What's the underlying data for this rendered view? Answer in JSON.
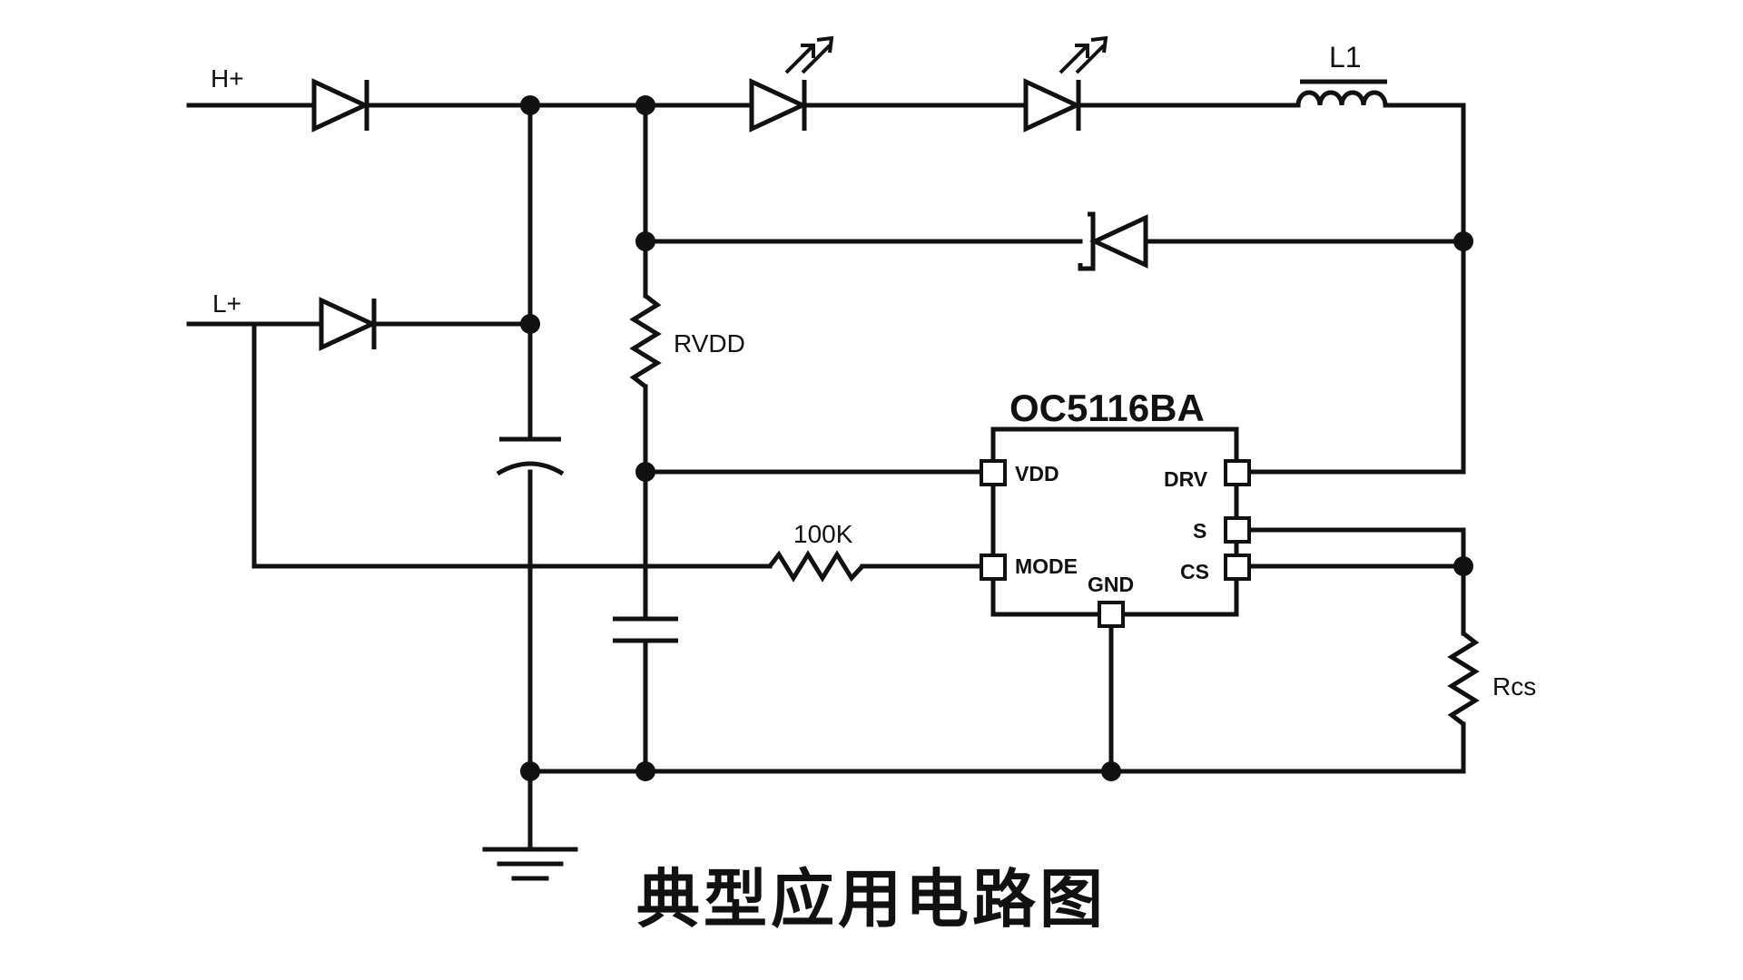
{
  "labels": {
    "h_plus": "H+",
    "l_plus": "L+",
    "inductor": "L1",
    "rvdd": "RVDD",
    "rcs": "Rcs",
    "r_mode": "100K",
    "ic_name": "OC5116BA",
    "title": "典型应用电路图"
  },
  "ic_pins": {
    "vdd": "VDD",
    "mode": "MODE",
    "gnd": "GND",
    "drv": "DRV",
    "s": "S",
    "cs": "CS"
  }
}
